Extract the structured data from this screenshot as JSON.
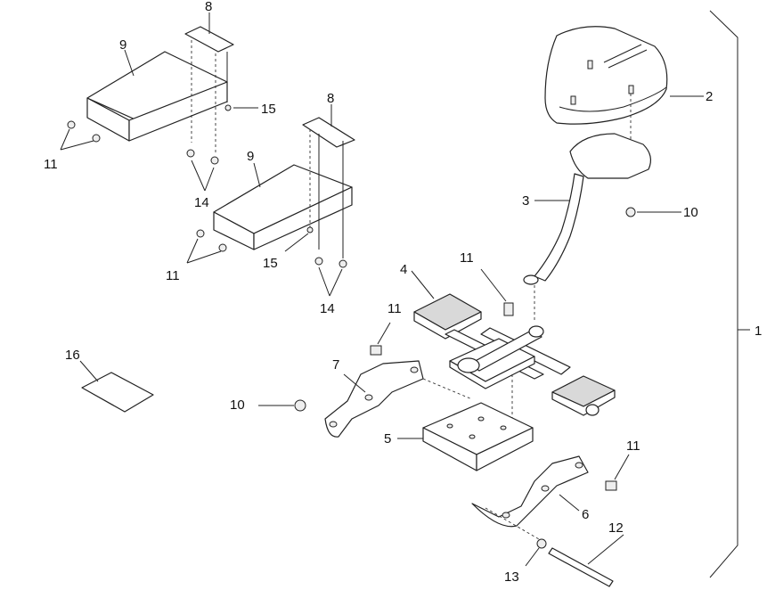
{
  "callouts": {
    "c1": "1",
    "c2": "2",
    "c3": "3",
    "c4": "4",
    "c5": "5",
    "c6": "6",
    "c7": "7",
    "c8a": "8",
    "c8b": "8",
    "c9a": "9",
    "c9b": "9",
    "c10a": "10",
    "c10b": "10",
    "c11a": "11",
    "c11b": "11",
    "c11c": "11",
    "c11d": "11",
    "c11e": "11",
    "c12": "12",
    "c13": "13",
    "c14a": "14",
    "c14b": "14",
    "c15a": "15",
    "c15b": "15",
    "c16": "16"
  }
}
